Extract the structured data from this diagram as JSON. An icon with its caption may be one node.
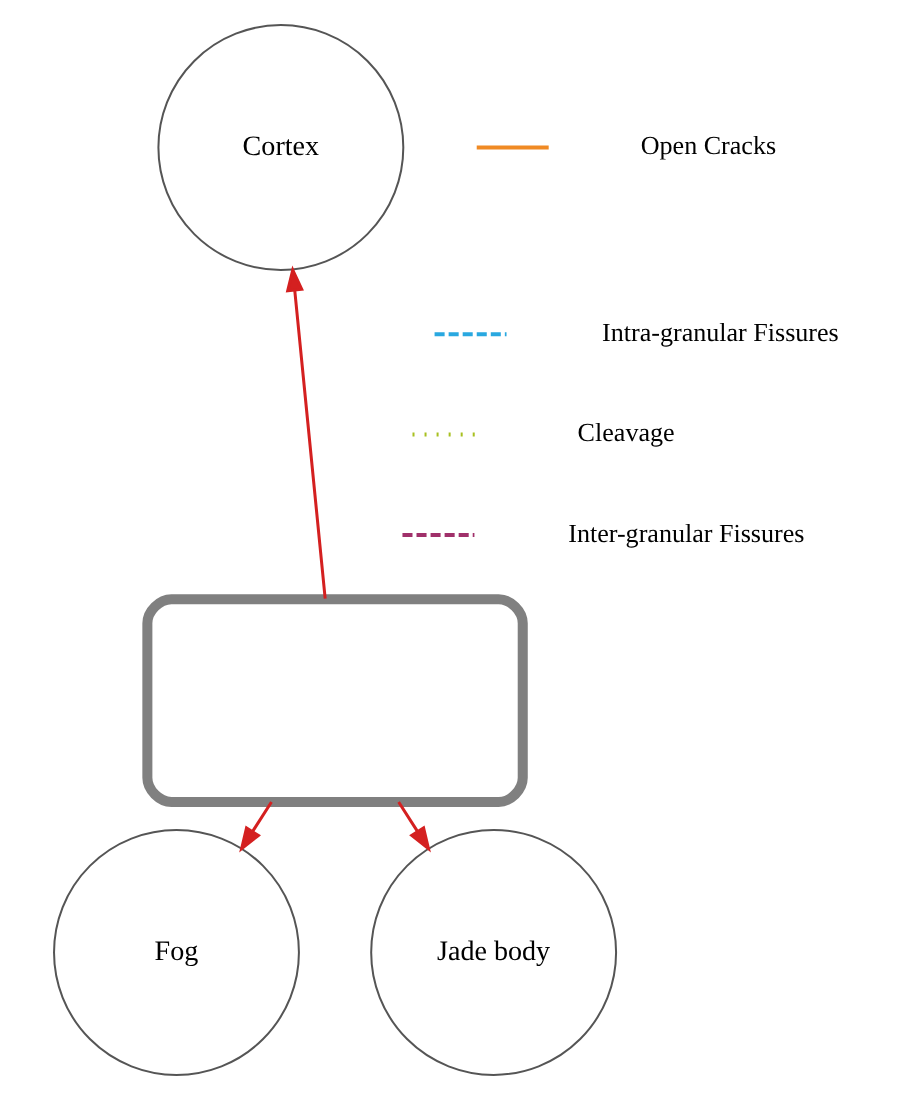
{
  "diagram": {
    "nodes": [
      {
        "text": [],
        "shape": "box"
      },
      {
        "text": [
          "Cortex"
        ]
      },
      {
        "text": [
          "Fog"
        ]
      },
      {
        "text": [
          "Jade body"
        ]
      }
    ],
    "edges": [
      {
        "from": 0,
        "to": 1,
        "arrow": "to"
      },
      {
        "from": 0,
        "to": 2,
        "arrow": "to"
      },
      {
        "from": 0,
        "to": 3,
        "arrow": "to"
      }
    ],
    "legend": [
      {
        "text": "Open Cracks"
      },
      {
        "text": "Intra-granular Fissures"
      },
      {
        "text": "Cleavage"
      },
      {
        "text": "Inter-granular Fissures"
      }
    ]
  }
}
